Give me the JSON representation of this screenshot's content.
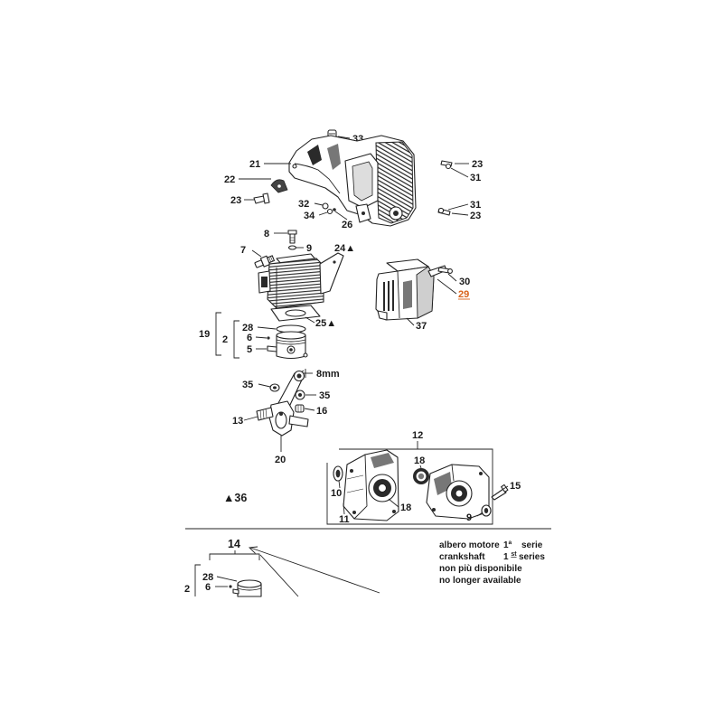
{
  "callouts": {
    "c33": "33",
    "c21": "21",
    "c23_top_right": "23",
    "c31_top_right": "31",
    "c22": "22",
    "c23_left": "23",
    "c32": "32",
    "c34": "34",
    "c26": "26",
    "c31_right": "31",
    "c23_right": "23",
    "c8": "8",
    "c9_top": "9",
    "c7": "7",
    "c24": "24▲",
    "c30": "30",
    "c29": "29",
    "c25": "25▲",
    "c37": "37",
    "c19": "19",
    "c28": "28",
    "c2": "2",
    "c6": "6",
    "c5": "5",
    "c35_left": "35",
    "c35_right": "35",
    "c16": "16",
    "c13": "13",
    "c20": "20",
    "c12": "12",
    "c18_top": "18",
    "c10": "10",
    "c18_bottom": "18",
    "c11": "11",
    "c15": "15",
    "c9_bottom": "9",
    "c36": "▲36",
    "c14": "14",
    "c28_bottom": "28",
    "c2_bottom": "2",
    "c6_bottom": "6"
  },
  "dimension": "8mm",
  "note": {
    "line1_text": "albero motore",
    "line1_ordinal": "1ª",
    "line1_word": "serie",
    "line2_text": "crankshaft",
    "line2_ordinal": "1",
    "line2_ordinal_sup": "st",
    "line2_word": "series",
    "line3": "non più disponibile",
    "line4": "no longer available"
  },
  "colors": {
    "ink": "#1a1a1a",
    "highlight": "#d9621a"
  }
}
